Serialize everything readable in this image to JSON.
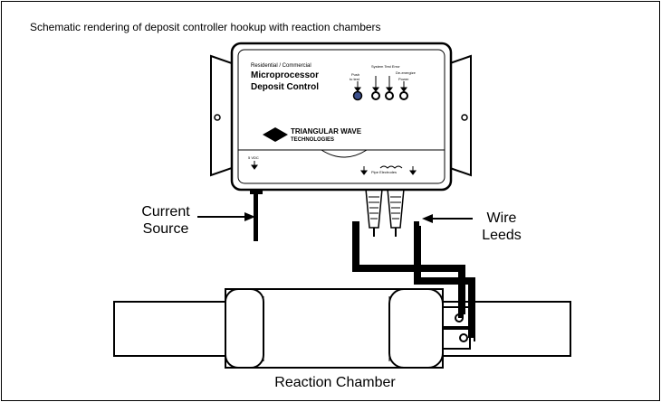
{
  "caption": "Schematic rendering of deposit controller hookup with reaction chambers",
  "controller": {
    "line1": "Residential / Commercial",
    "line2": "Microprocessor",
    "line3": "Deposit Control",
    "push_label_1": "Push",
    "push_label_2": "to test",
    "indicators_label": "System Test Error",
    "deenergize_label": "De-energize",
    "power_label": "Power",
    "brand_1": "TRIANGULAR WAVE",
    "brand_2": "TECHNOLOGIES",
    "vdc_label": "5 VDC",
    "pipe_label": "Pipe Electrodes"
  },
  "labels": {
    "current_source_1": "Current",
    "current_source_2": "Source",
    "wire_leeds_1": "Wire",
    "wire_leeds_2": "Leeds",
    "reaction_chamber": "Reaction Chamber"
  }
}
